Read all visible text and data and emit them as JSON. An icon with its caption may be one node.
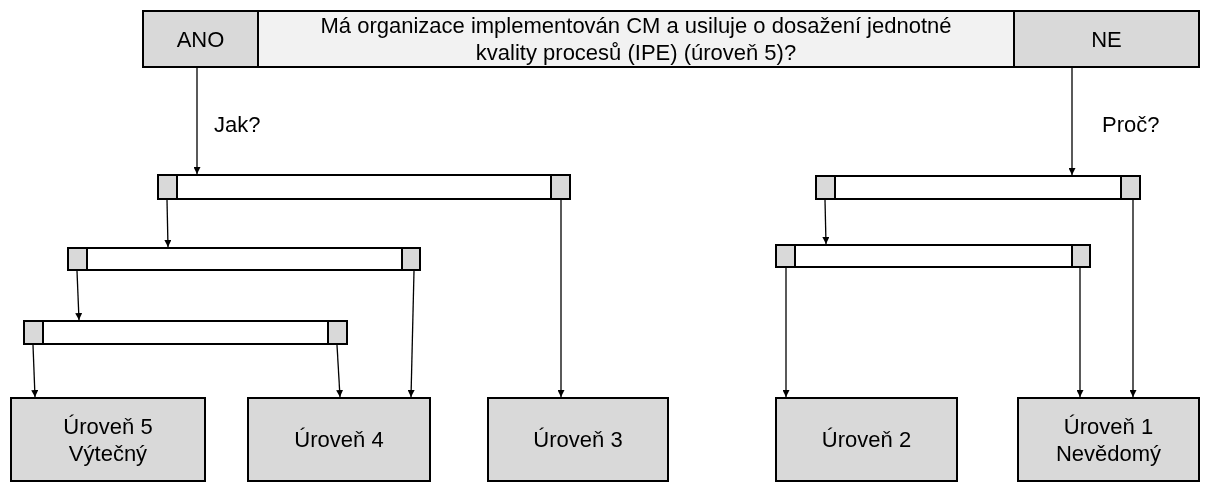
{
  "diagram": {
    "nodes": [
      {
        "text": [
          "ANO"
        ]
      },
      {
        "text": [
          "Má organizace implementován CM a usiluje o dosažení jednotné kvality procesů (IPE) (úroveň 5)?"
        ]
      },
      {
        "text": [
          "NE"
        ]
      },
      {
        "text": [],
        "shape": "bar"
      },
      {
        "text": [],
        "shape": "box",
        "in": 3
      },
      {
        "text": [],
        "shape": "box",
        "in": 3
      },
      {
        "text": [],
        "shape": "bar"
      },
      {
        "text": [],
        "shape": "box",
        "in": 6
      },
      {
        "text": [],
        "shape": "box",
        "in": 6
      },
      {
        "text": [],
        "shape": "bar"
      },
      {
        "text": [],
        "shape": "box",
        "in": 9
      },
      {
        "text": [],
        "shape": "box",
        "in": 9
      },
      {
        "text": [],
        "shape": "bar"
      },
      {
        "text": [],
        "shape": "box",
        "in": 12
      },
      {
        "text": [],
        "shape": "box",
        "in": 12
      },
      {
        "text": [],
        "shape": "bar"
      },
      {
        "text": [],
        "shape": "box",
        "in": 15
      },
      {
        "text": [],
        "shape": "box",
        "in": 15
      },
      {
        "text": [
          "Úroveň 5 Výtečný"
        ]
      },
      {
        "text": [
          "Úroveň 4"
        ]
      },
      {
        "text": [
          "Úroveň 3"
        ]
      },
      {
        "text": [
          "Úroveň 2"
        ]
      },
      {
        "text": [
          "Úroveň 1 Nevědomý"
        ]
      }
    ],
    "edges": [
      {
        "from": 0,
        "to": 3,
        "arrow": "to",
        "label": "Jak?"
      },
      {
        "from": 2,
        "to": 6,
        "arrow": "to",
        "label": "Proč?"
      },
      {
        "from": 4,
        "to": 9,
        "arrow": "to"
      },
      {
        "from": 5,
        "to": 20,
        "arrow": "to"
      },
      {
        "from": 7,
        "to": 12,
        "arrow": "to"
      },
      {
        "from": 8,
        "to": 22,
        "arrow": "to"
      },
      {
        "from": 10,
        "to": 15,
        "arrow": "to"
      },
      {
        "from": 11,
        "to": 19,
        "arrow": "to"
      },
      {
        "from": 13,
        "to": 21,
        "arrow": "to"
      },
      {
        "from": 14,
        "to": 22,
        "arrow": "to"
      },
      {
        "from": 16,
        "to": 18,
        "arrow": "to"
      },
      {
        "from": 17,
        "to": 19,
        "arrow": "to"
      }
    ]
  }
}
